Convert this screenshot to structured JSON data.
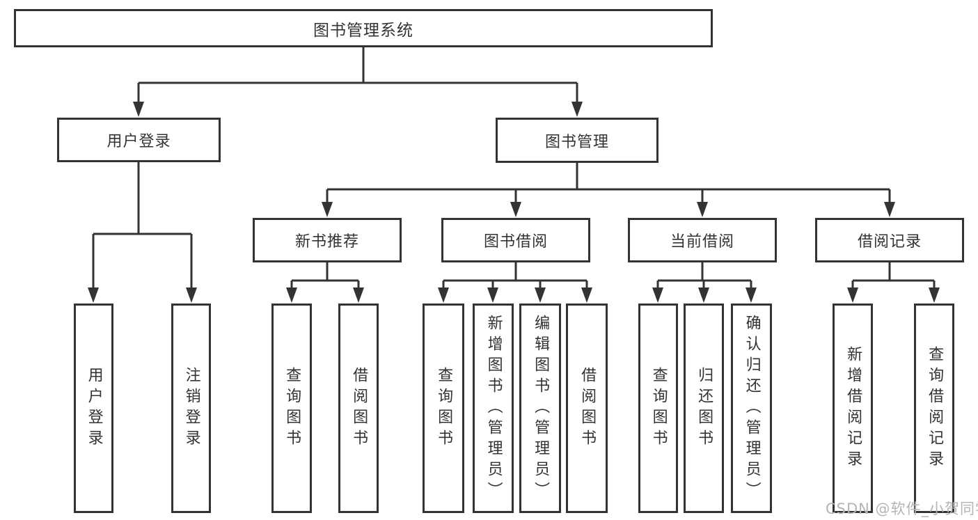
{
  "nodes": {
    "root": "图书管理系统",
    "user_login": "用户登录",
    "book_mgmt": "图书管理",
    "new_book_rec": "新书推荐",
    "book_borrow": "图书借阅",
    "current_borrow": "当前借阅",
    "borrow_records": "借阅记录",
    "leaf_user_login": "用户登录",
    "leaf_logout": "注销登录",
    "leaf_query_book_1": "查询图书",
    "leaf_borrow_book_1": "借阅图书",
    "leaf_query_book_2": "查询图书",
    "leaf_add_book_admin": "新增图书（管理员）",
    "leaf_edit_book_admin": "编辑图书（管理员）",
    "leaf_borrow_book_2": "借阅图书",
    "leaf_query_book_3": "查询图书",
    "leaf_return_book": "归还图书",
    "leaf_confirm_return_admin": "确认归还（管理员）",
    "leaf_add_borrow_record": "新增借阅记录",
    "leaf_query_borrow_record": "查询借阅记录"
  },
  "watermark": "CSDN @软件_小贺同学",
  "colors": {
    "line": "#333333",
    "box_border": "#333333",
    "box_background": "#ffffff",
    "text": "#333333",
    "watermark": "#b5b5b5",
    "page_background": "#ffffff"
  }
}
